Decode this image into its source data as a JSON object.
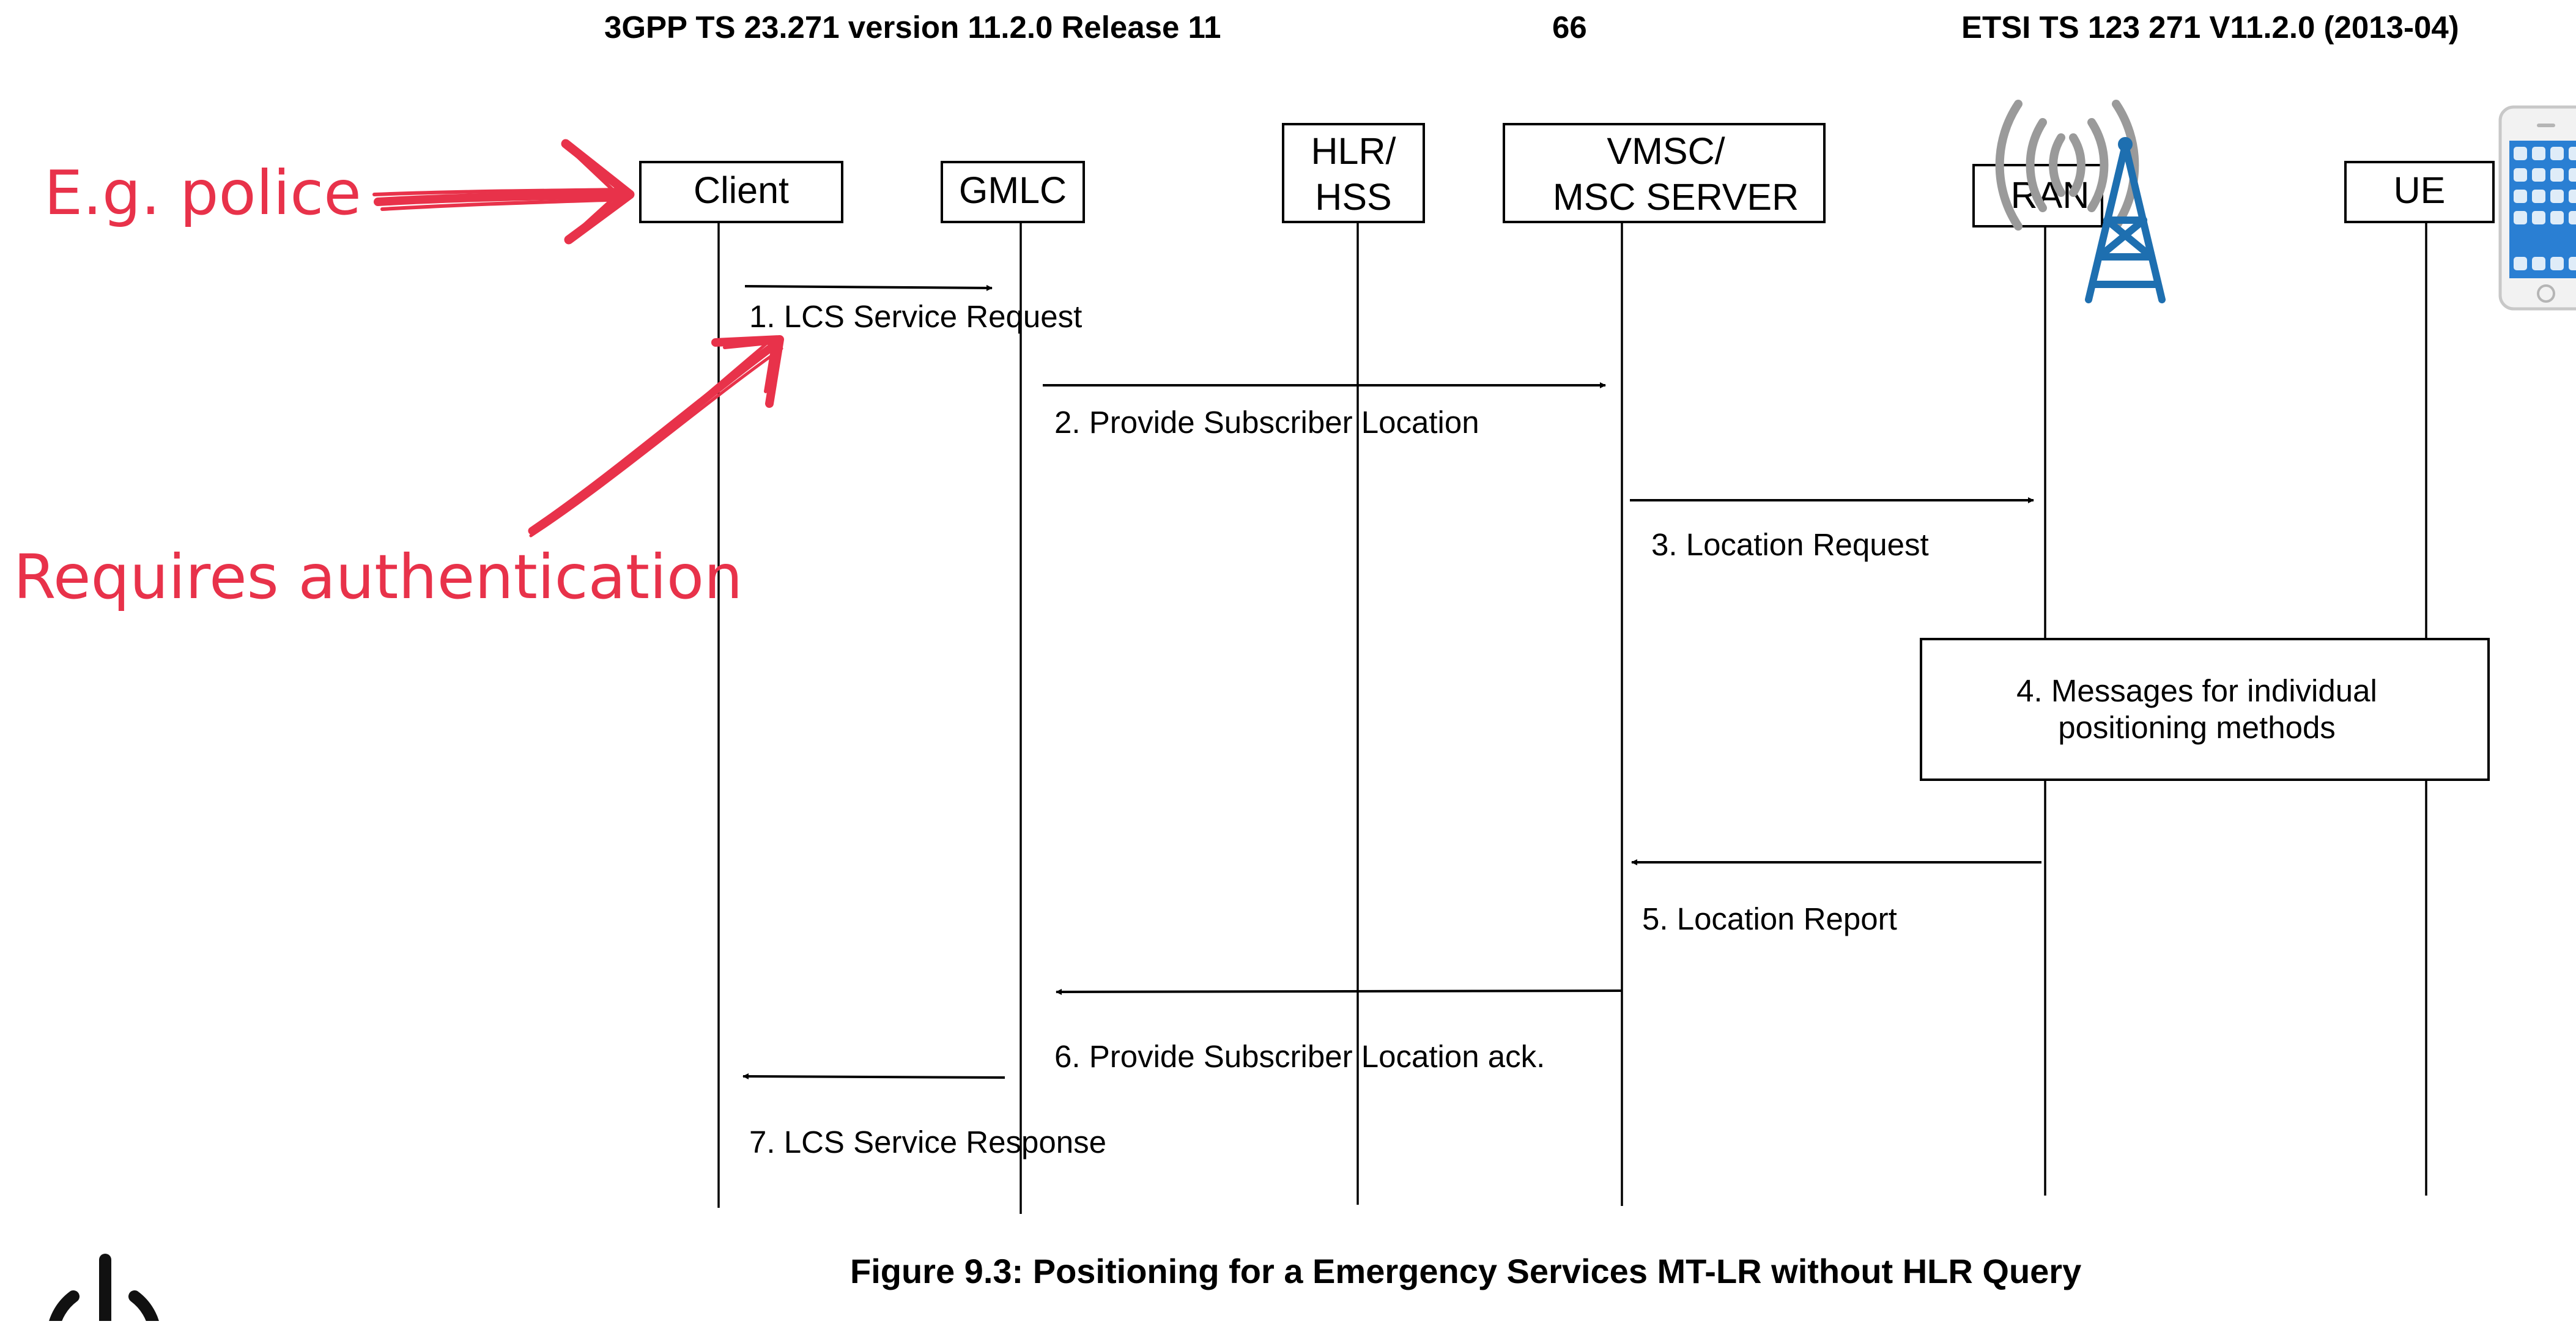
{
  "header": {
    "left": "3GPP TS 23.271 version 11.2.0 Release 11",
    "page": "66",
    "right": "ETSI TS 123 271 V11.2.0 (2013-04)"
  },
  "entities": [
    {
      "lines": [
        "Client"
      ]
    },
    {
      "lines": [
        "GMLC"
      ]
    },
    {
      "lines": [
        "HLR/",
        "HSS"
      ]
    },
    {
      "lines": [
        "VMSC/",
        "MSC SERVER"
      ]
    },
    {
      "lines": [
        "RAN"
      ]
    },
    {
      "lines": [
        "UE"
      ]
    }
  ],
  "messages": [
    {
      "label": "1. LCS Service Request",
      "from": 0,
      "to": 1
    },
    {
      "label": "2. Provide Subscriber Location",
      "from": 1,
      "to": 3
    },
    {
      "label": "3. Location Request",
      "from": 3,
      "to": 4
    },
    {
      "label": "5.  Location Report",
      "from": 4,
      "to": 3
    },
    {
      "label": "6.  Provide Subscriber Location ack.",
      "from": 3,
      "to": 1
    },
    {
      "label": "7. LCS Service Response",
      "from": 1,
      "to": 0
    }
  ],
  "positioning_box": {
    "lines": [
      "4. Messages for individual",
      "positioning methods"
    ]
  },
  "figure_caption": "Figure 9.3: Positioning for a Emergency Services MT-LR without HLR Query",
  "annotations": {
    "police": "E.g. police",
    "auth": "Requires authentication",
    "color": "#e8324a"
  },
  "icons": [
    "radio-tower-icon",
    "smartphone-icon",
    "power-icon"
  ]
}
